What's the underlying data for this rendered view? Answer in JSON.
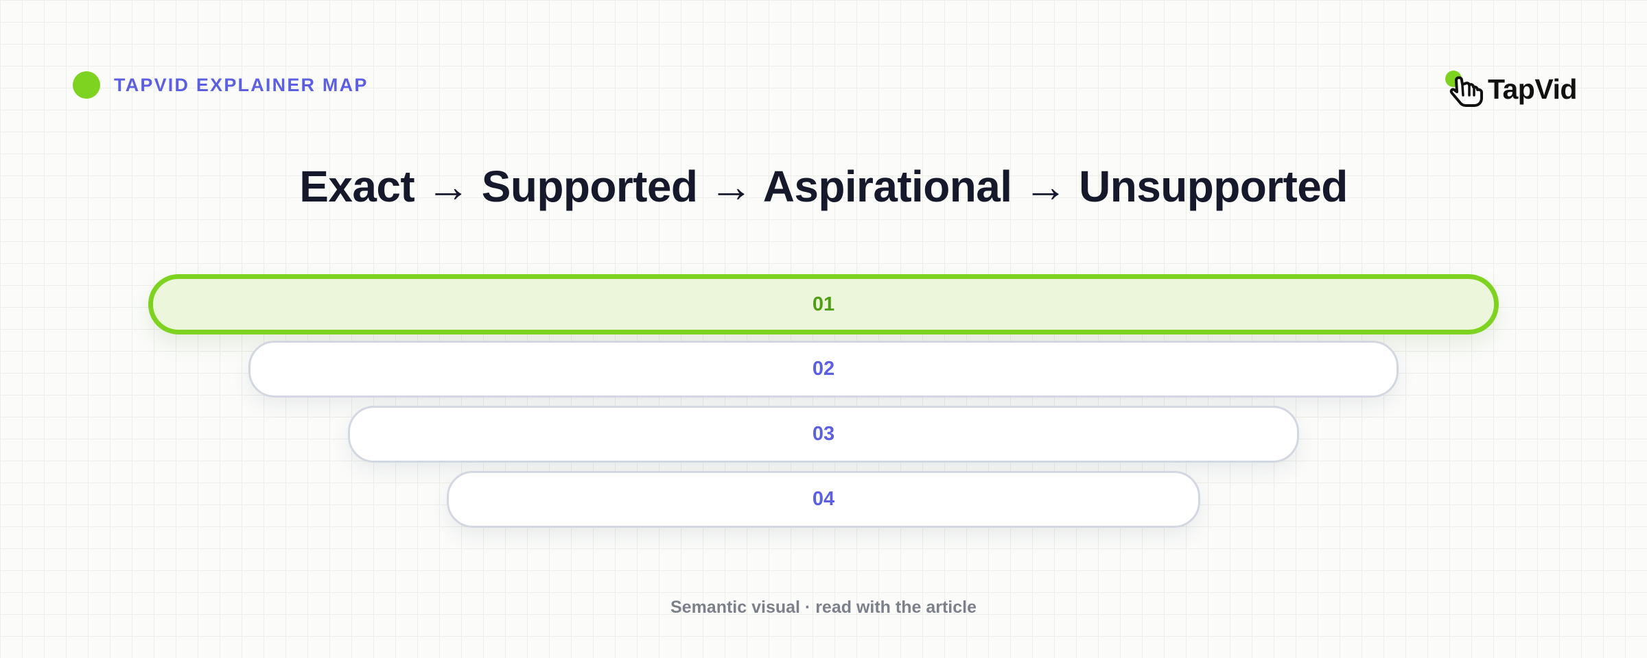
{
  "header": {
    "badge_label": "TAPVID EXPLAINER MAP",
    "logo_text": "TapVid"
  },
  "title": "Exact → Supported → Aspirational → Unsupported",
  "steps": [
    {
      "label": "01",
      "active": true
    },
    {
      "label": "02",
      "active": false
    },
    {
      "label": "03",
      "active": false
    },
    {
      "label": "04",
      "active": false
    }
  ],
  "footer": "Semantic visual · read with the article",
  "colors": {
    "accent_green": "#7ed321",
    "active_fill": "#ebf6da",
    "active_text": "#4f9e14",
    "indigo": "#5b5fe0",
    "title_text": "#16192b",
    "card_border": "#d3d7e1",
    "footer_text": "#7b808a"
  },
  "icons": {
    "badge": "green-dot-icon",
    "logo": "tap-hand-cursor-icon"
  }
}
